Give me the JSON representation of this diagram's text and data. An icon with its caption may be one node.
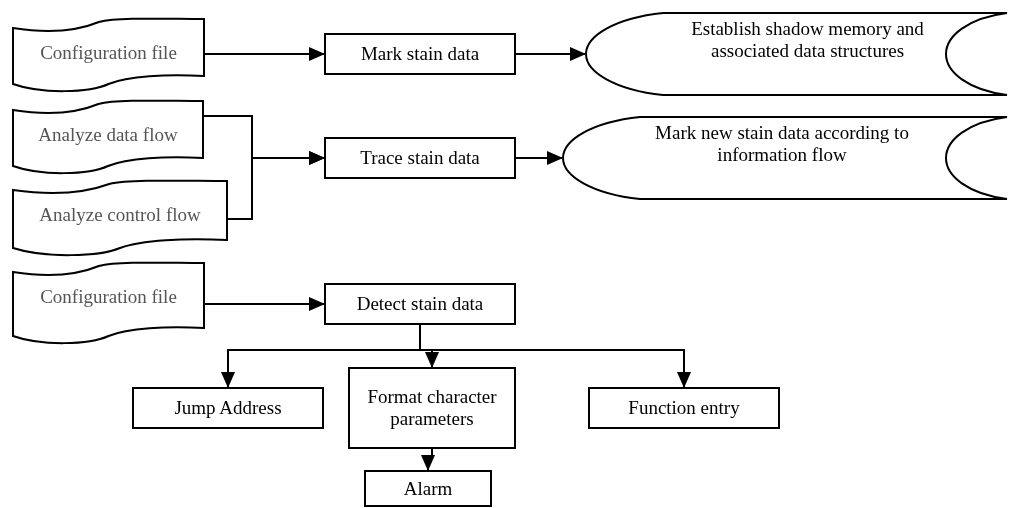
{
  "diagram": {
    "nodes": [
      {
        "text": [
          "Configuration file"
        ]
      },
      {
        "text": [
          "Mark stain data"
        ]
      },
      {
        "text": [
          "Establish shadow memory and associated data structures"
        ]
      },
      {
        "text": [
          "Analyze data flow"
        ]
      },
      {
        "text": [
          "Analyze control flow"
        ]
      },
      {
        "text": [
          "Trace stain data"
        ]
      },
      {
        "text": [
          "Mark new stain data according to information flow"
        ]
      },
      {
        "text": [
          "Configuration file"
        ]
      },
      {
        "text": [
          "Detect stain data"
        ]
      },
      {
        "text": [
          "Jump Address"
        ]
      },
      {
        "text": [
          "Format character parameters"
        ]
      },
      {
        "text": [
          "Function entry"
        ]
      },
      {
        "text": [
          "Alarm"
        ]
      }
    ],
    "edges": [
      {
        "from": 0,
        "to": 1,
        "arrow": "to"
      },
      {
        "from": 1,
        "to": 2,
        "arrow": "to"
      },
      {
        "from": 3,
        "to": 5,
        "arrow": "to"
      },
      {
        "from": 4,
        "to": 5,
        "arrow": "to"
      },
      {
        "from": 5,
        "to": 6,
        "arrow": "to"
      },
      {
        "from": 7,
        "to": 8,
        "arrow": "to"
      },
      {
        "from": 8,
        "to": 9,
        "arrow": "to"
      },
      {
        "from": 8,
        "to": 10,
        "arrow": "to"
      },
      {
        "from": 8,
        "to": 11,
        "arrow": "to"
      },
      {
        "from": 10,
        "to": 12,
        "arrow": "to"
      }
    ]
  }
}
